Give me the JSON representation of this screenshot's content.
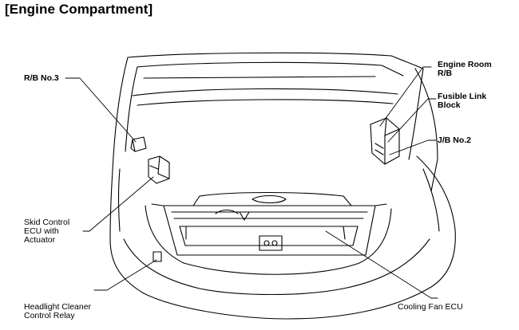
{
  "title": "[Engine Compartment]",
  "labels": {
    "rb_no3": "R/B No.3",
    "engine_room_rb": [
      "Engine Room",
      "R/B"
    ],
    "fusible_link_block": [
      "Fusible Link",
      "Block"
    ],
    "jb_no2": "J/B No.2",
    "skid_control_ecu": [
      "Skid Control",
      "ECU with",
      "Actuator"
    ],
    "headlight_cleaner_relay": [
      "Headlight Cleaner",
      "Control Relay"
    ],
    "cooling_fan_ecu": "Cooling Fan ECU"
  }
}
